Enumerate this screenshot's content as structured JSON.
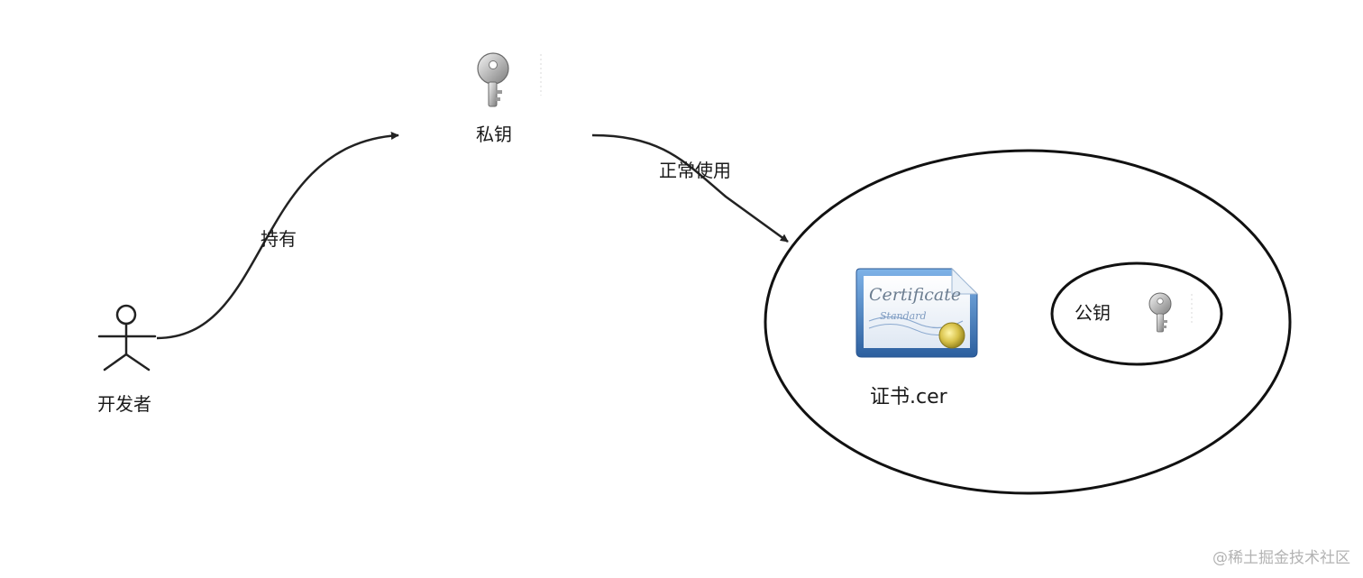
{
  "nodes": {
    "developer": {
      "label": "开发者",
      "icon": "stick-figure-icon"
    },
    "private_key": {
      "label": "私钥",
      "icon": "key-icon"
    },
    "certificate": {
      "label": "证书.cer",
      "icon": "certificate-icon",
      "icon_text": [
        "Certificate",
        "Standard"
      ]
    },
    "public_key": {
      "label": "公钥",
      "icon": "key-icon"
    }
  },
  "edges": {
    "hold": {
      "label": "持有",
      "from": "developer",
      "to": "private_key"
    },
    "use": {
      "label": "正常使用",
      "from": "private_key",
      "to": "certificate-container"
    }
  },
  "watermark": "@稀土掘金技术社区",
  "colors": {
    "stroke": "#222222",
    "text": "#1a1a1a",
    "watermark": "#b3b3b3",
    "certificate_blue": "#3e7dc9",
    "seal_gold": "#c9b43a"
  }
}
